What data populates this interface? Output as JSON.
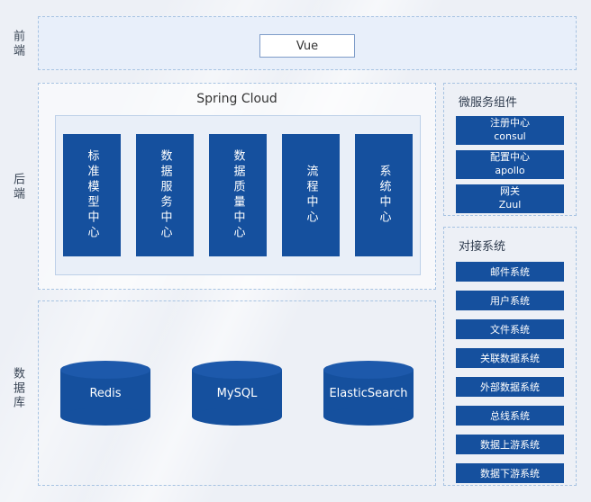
{
  "colors": {
    "primary_blue": "#15509e",
    "dashed_border": "#a7c3e2",
    "panel_fill": "#e9eff8",
    "section_fill": "#e8effa"
  },
  "layers": {
    "frontend": "前端",
    "backend": "后端",
    "database": "数据库"
  },
  "frontend": {
    "node": "Vue"
  },
  "backend": {
    "title": "Spring Cloud",
    "centers": [
      {
        "label": "标准模型中心"
      },
      {
        "label": "数据服务中心"
      },
      {
        "label": "数据质量中心"
      },
      {
        "label": "流程中心"
      },
      {
        "label": "系统中心"
      }
    ]
  },
  "microservices": {
    "title": "微服务组件",
    "items": [
      {
        "name": "注册中心",
        "tech": "consul"
      },
      {
        "name": "配置中心",
        "tech": "apollo"
      },
      {
        "name": "网关",
        "tech": "Zuul"
      }
    ]
  },
  "integrations": {
    "title": "对接系统",
    "items": [
      "邮件系统",
      "用户系统",
      "文件系统",
      "关联数据系统",
      "外部数据系统",
      "总线系统",
      "数据上游系统",
      "数据下游系统"
    ]
  },
  "databases": {
    "items": [
      "Redis",
      "MySQL",
      "ElasticSearch"
    ]
  }
}
